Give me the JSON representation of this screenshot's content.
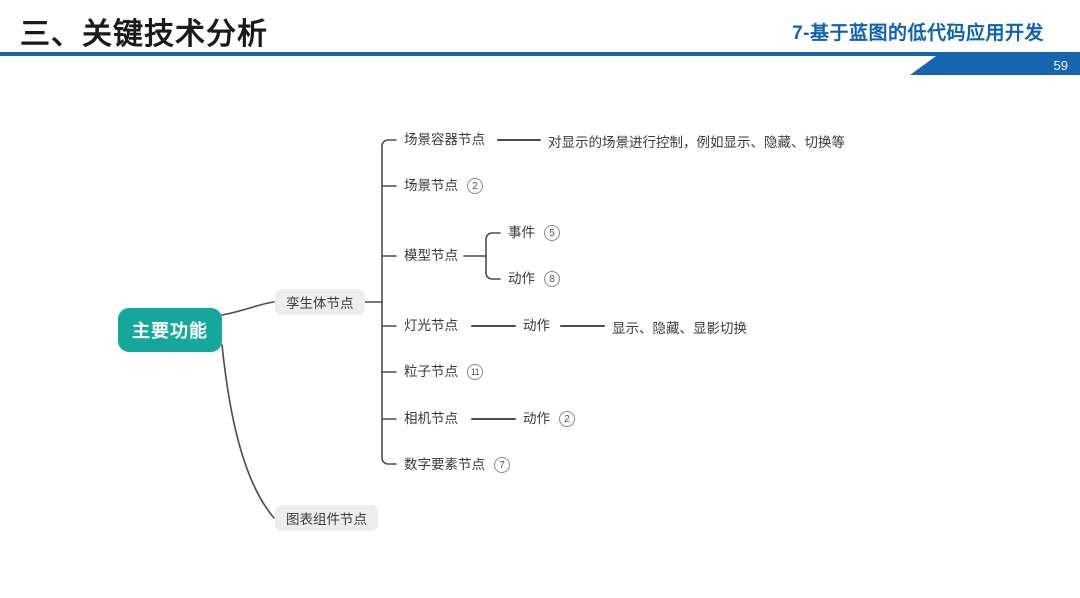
{
  "header": {
    "title": "三、关键技术分析",
    "subject": "7-基于蓝图的低代码应用开发",
    "page_number": "59",
    "accent_color": "#1565b0"
  },
  "mindmap": {
    "root": {
      "label": "主要功能",
      "color": "#16a79c"
    },
    "branches": [
      {
        "label": "孪生体节点",
        "style": "pill"
      },
      {
        "label": "图表组件节点",
        "style": "pill"
      }
    ],
    "twin_children": [
      {
        "label": "场景容器节点",
        "detail": "对显示的场景进行控制，例如显示、隐藏、切换等",
        "count": ""
      },
      {
        "label": "场景节点",
        "detail": "",
        "count": "2"
      },
      {
        "label": "模型节点",
        "detail": "",
        "count": ""
      },
      {
        "label": "灯光节点",
        "detail": "动作",
        "detail2": "显示、隐藏、显影切换",
        "count": ""
      },
      {
        "label": "粒子节点",
        "detail": "",
        "count": "11"
      },
      {
        "label": "相机节点",
        "detail": "动作",
        "count": "2"
      },
      {
        "label": "数字要素节点",
        "detail": "",
        "count": "7"
      }
    ],
    "model_children": [
      {
        "label": "事件",
        "count": "5"
      },
      {
        "label": "动作",
        "count": "8"
      }
    ]
  }
}
